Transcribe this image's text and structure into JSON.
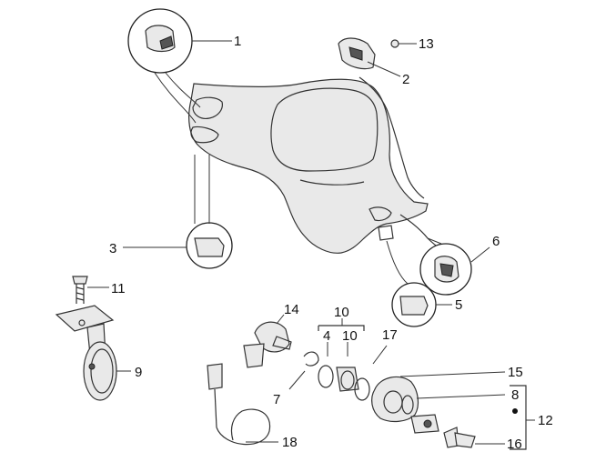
{
  "callouts": {
    "c1": "1",
    "c2": "2",
    "c3": "3",
    "c4": "4",
    "c5": "5",
    "c6": "6",
    "c7": "7",
    "c8": "8",
    "c9": "9",
    "c10a": "10",
    "c10b": "10",
    "c11": "11",
    "c12": "12",
    "c13": "13",
    "c14": "14",
    "c15": "15",
    "c16": "16",
    "c17": "17",
    "c18": "18"
  }
}
